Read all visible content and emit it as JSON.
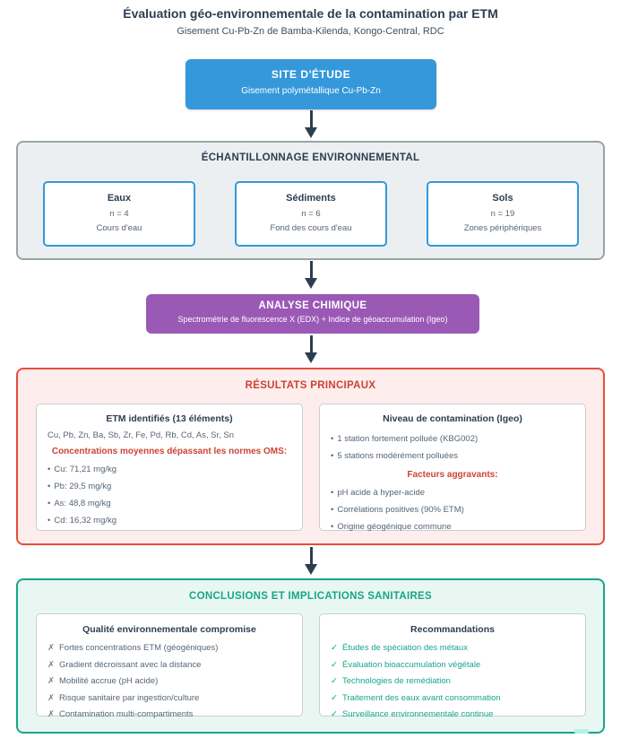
{
  "page": {
    "title": "Évaluation géo-environnementale de la contamination par ETM",
    "subtitle": "Gisement Cu-Pb-Zn de Bamba-Kilenda, Kongo-Central, RDC"
  },
  "site": {
    "title": "SITE D'ÉTUDE",
    "subtitle": "Gisement polymétallique Cu-Pb-Zn"
  },
  "sampling": {
    "title": "ÉCHANTILLONNAGE ENVIRONNEMENTAL",
    "items": [
      {
        "label": "Eaux",
        "count": "n = 4",
        "desc": "Cours d'eau"
      },
      {
        "label": "Sédiments",
        "count": "n = 6",
        "desc": "Fond des cours d'eau"
      },
      {
        "label": "Sols",
        "count": "n = 19",
        "desc": "Zones périphériques"
      }
    ]
  },
  "analysis": {
    "title": "ANALYSE CHIMIQUE",
    "subtitle": "Spectrométrie de fluorescence X (EDX) + Indice de géoaccumulation (Igeo)"
  },
  "results": {
    "title": "RÉSULTATS PRINCIPAUX",
    "bullet": "•",
    "etm": {
      "title": "ETM identifiés (13 éléments)",
      "elements": "Cu, Pb, Zn, Ba, Sb, Zr, Fe, Pd, Rb, Cd, As, Sr, Sn",
      "highlight": "Concentrations moyennes dépassant les normes OMS:",
      "items": [
        "Cu: 71,21 mg/kg",
        "Pb: 29,5 mg/kg",
        "As: 48,8 mg/kg",
        "Cd: 16,32 mg/kg"
      ]
    },
    "igeo": {
      "title": "Niveau de contamination (Igeo)",
      "items": [
        "1 station fortement polluée (KBG002)",
        "5 stations modérément polluées"
      ],
      "highlight": "Facteurs aggravants:",
      "factors": [
        "pH acide à hyper-acide",
        "Corrélations positives (90% ETM)",
        "Origine géogénique commune"
      ]
    }
  },
  "conclusions": {
    "title": "CONCLUSIONS ET IMPLICATIONS SANITAIRES",
    "quality": {
      "title": "Qualité environnementale compromise",
      "marker": "✗",
      "items": [
        "Fortes concentrations ETM (géogéniques)",
        "Gradient décroissant avec la distance",
        "Mobilité accrue (pH acide)",
        "Risque sanitaire par ingestion/culture",
        "Contamination multi-compartiments"
      ]
    },
    "recommendations": {
      "title": "Recommandations",
      "marker": "✓",
      "items": [
        "Études de spéciation des métaux",
        "Évaluation bioaccumulation végétale",
        "Technologies de remédiation",
        "Traitement des eaux avant consommation",
        "Surveillance environnementale continue"
      ]
    }
  },
  "colors": {
    "navy": "#2c3e50",
    "blue": "#3498db",
    "purple": "#9b59b6",
    "red": "#e74c3c",
    "red_bg": "#fdedec",
    "teal": "#17a589",
    "teal_bg": "#e9f7f2",
    "gray_bg": "#eceff1",
    "text_gray": "#566573"
  }
}
